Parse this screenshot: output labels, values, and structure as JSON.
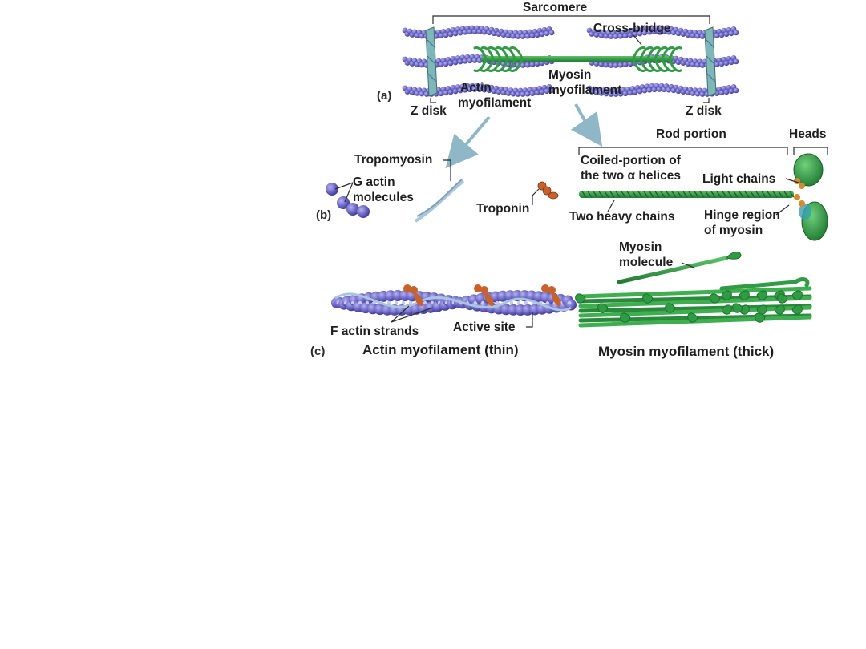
{
  "labels": {
    "sarcomere": "Sarcomere",
    "cross_bridge": "Cross-bridge",
    "panel_a": "(a)",
    "z_disk_left": "Z disk",
    "z_disk_right": "Z disk",
    "actin_line1": "Actin",
    "actin_line2": "myofilament",
    "myosin_line1": "Myosin",
    "myosin_line2": "myofilament",
    "rod_portion": "Rod portion",
    "heads": "Heads",
    "tropomyosin": "Tropomyosin",
    "g_actin_line1": "G actin",
    "g_actin_line2": "molecules",
    "panel_b": "(b)",
    "troponin": "Troponin",
    "coiled_line1": "Coiled-portion of",
    "coiled_line2": "the two α helices",
    "light_chains": "Light chains",
    "two_heavy_chains": "Two heavy chains",
    "hinge_line1": "Hinge region",
    "hinge_line2": "of myosin",
    "myosin_molecule_line1": "Myosin",
    "myosin_molecule_line2": "molecule",
    "f_actin_strands": "F actin strands",
    "active_site": "Active site",
    "panel_c": "(c)",
    "caption_thin": "Actin myofilament (thin)",
    "caption_thick": "Myosin myofilament (thick)"
  },
  "colors": {
    "actin": "#5e58b4",
    "actin_light": "#9c9ae0",
    "myosin": "#2f9b44",
    "myosin_dark": "#1f6e2e",
    "tropomyosin": "#a9c6dc",
    "troponin": "#c8622a",
    "z_disk": "#7fb6b8",
    "arrow": "#8fb7c8"
  }
}
